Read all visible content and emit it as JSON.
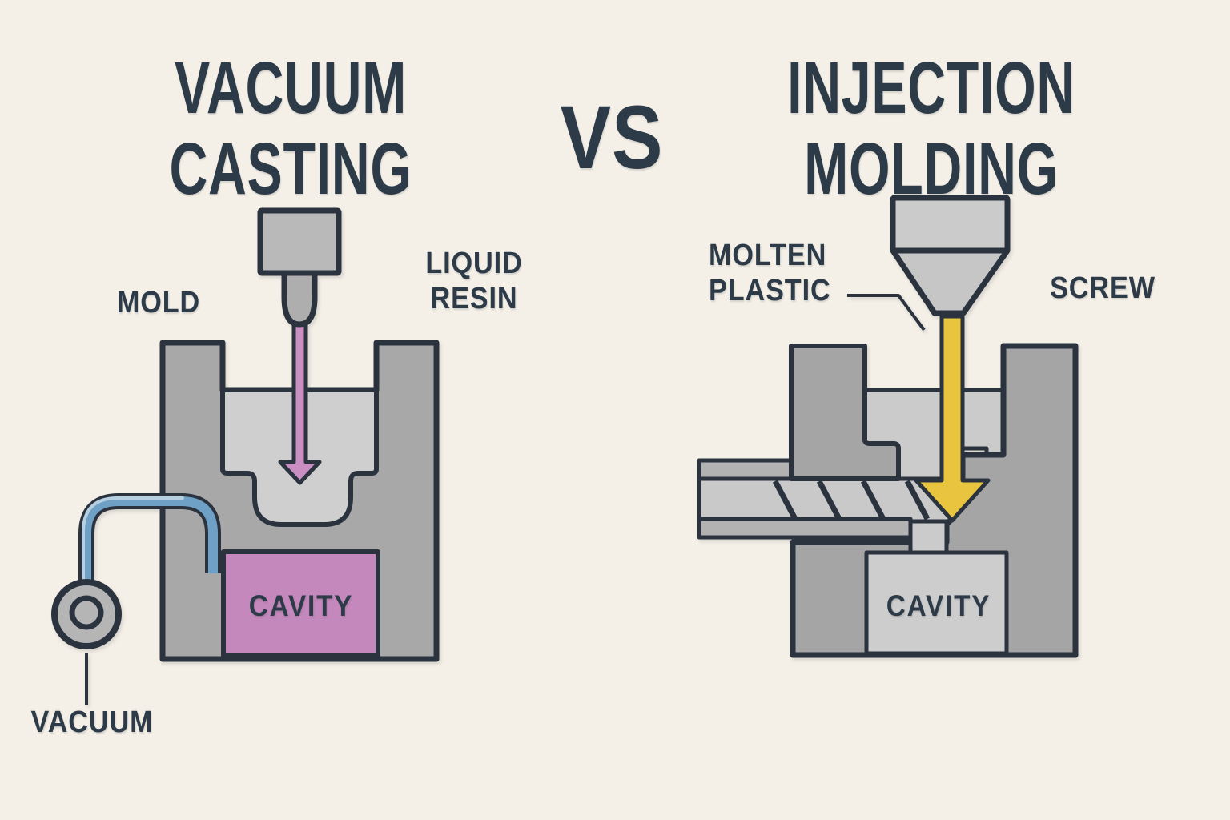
{
  "page": {
    "background_color": "#f4f0e8",
    "outline_color": "#2a333e",
    "text_color": "#2d3b49"
  },
  "header": {
    "left_title_line1": "VACUUM",
    "left_title_line2": "CASTING",
    "vs_label": "VS",
    "right_title_line1": "INJECTION",
    "right_title_line2": "MOLDING"
  },
  "left_diagram": {
    "title": "VACUUM CASTING",
    "labels": {
      "mold": "MOLD",
      "liquid_resin_line1": "LIQUID",
      "liquid_resin_line2": "RESIN",
      "cavity": "CAVITY",
      "vacuum": "VACUUM"
    },
    "colors": {
      "mold_gray": "#a8a8a8",
      "basin_light_gray": "#cfcfcf",
      "cavity_pink": "#c588bc",
      "resin_arrow_pink": "#ca8fc2",
      "tube_blue": "#6fa1c6",
      "tube_highlight": "#b6d0e1",
      "pump_gray": "#b5b5b5",
      "funnel_gray": "#b9b9b9"
    }
  },
  "right_diagram": {
    "title": "INJECTION MOLDING",
    "labels": {
      "molten_plastic_line1": "MOLTEN",
      "molten_plastic_line2": "PLASTIC",
      "screw": "SCREW",
      "cavity": "CAVITY"
    },
    "colors": {
      "mold_gray": "#a5a5a5",
      "recess_light_gray": "#cbcbcb",
      "cavity_light_gray": "#cdcdcd",
      "plastic_yellow": "#e9c43e",
      "barrel_gray": "#b2b2b2",
      "hatch_light_gray": "#c9c9c9",
      "hopper_gray": "#cbcbcb"
    }
  }
}
